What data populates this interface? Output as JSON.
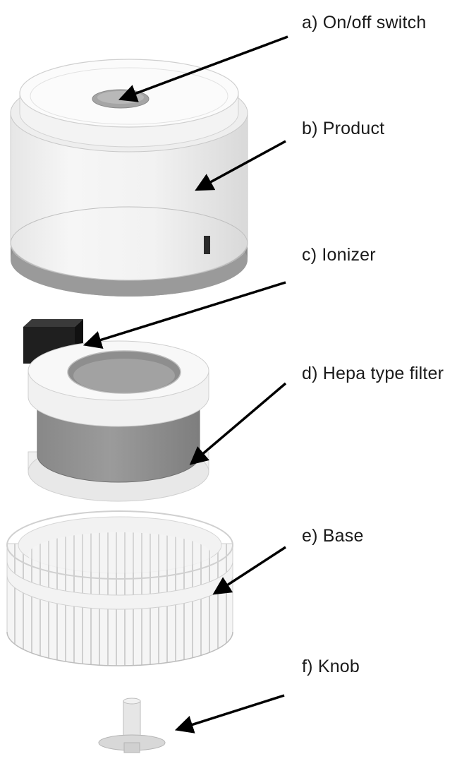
{
  "labels": {
    "on_off_switch": "a) On/off switch",
    "product": "b) Product",
    "ionizer": "c) Ionizer",
    "hepa_filter": "d) Hepa type filter",
    "base": "e) Base",
    "knob": "f) Knob"
  }
}
